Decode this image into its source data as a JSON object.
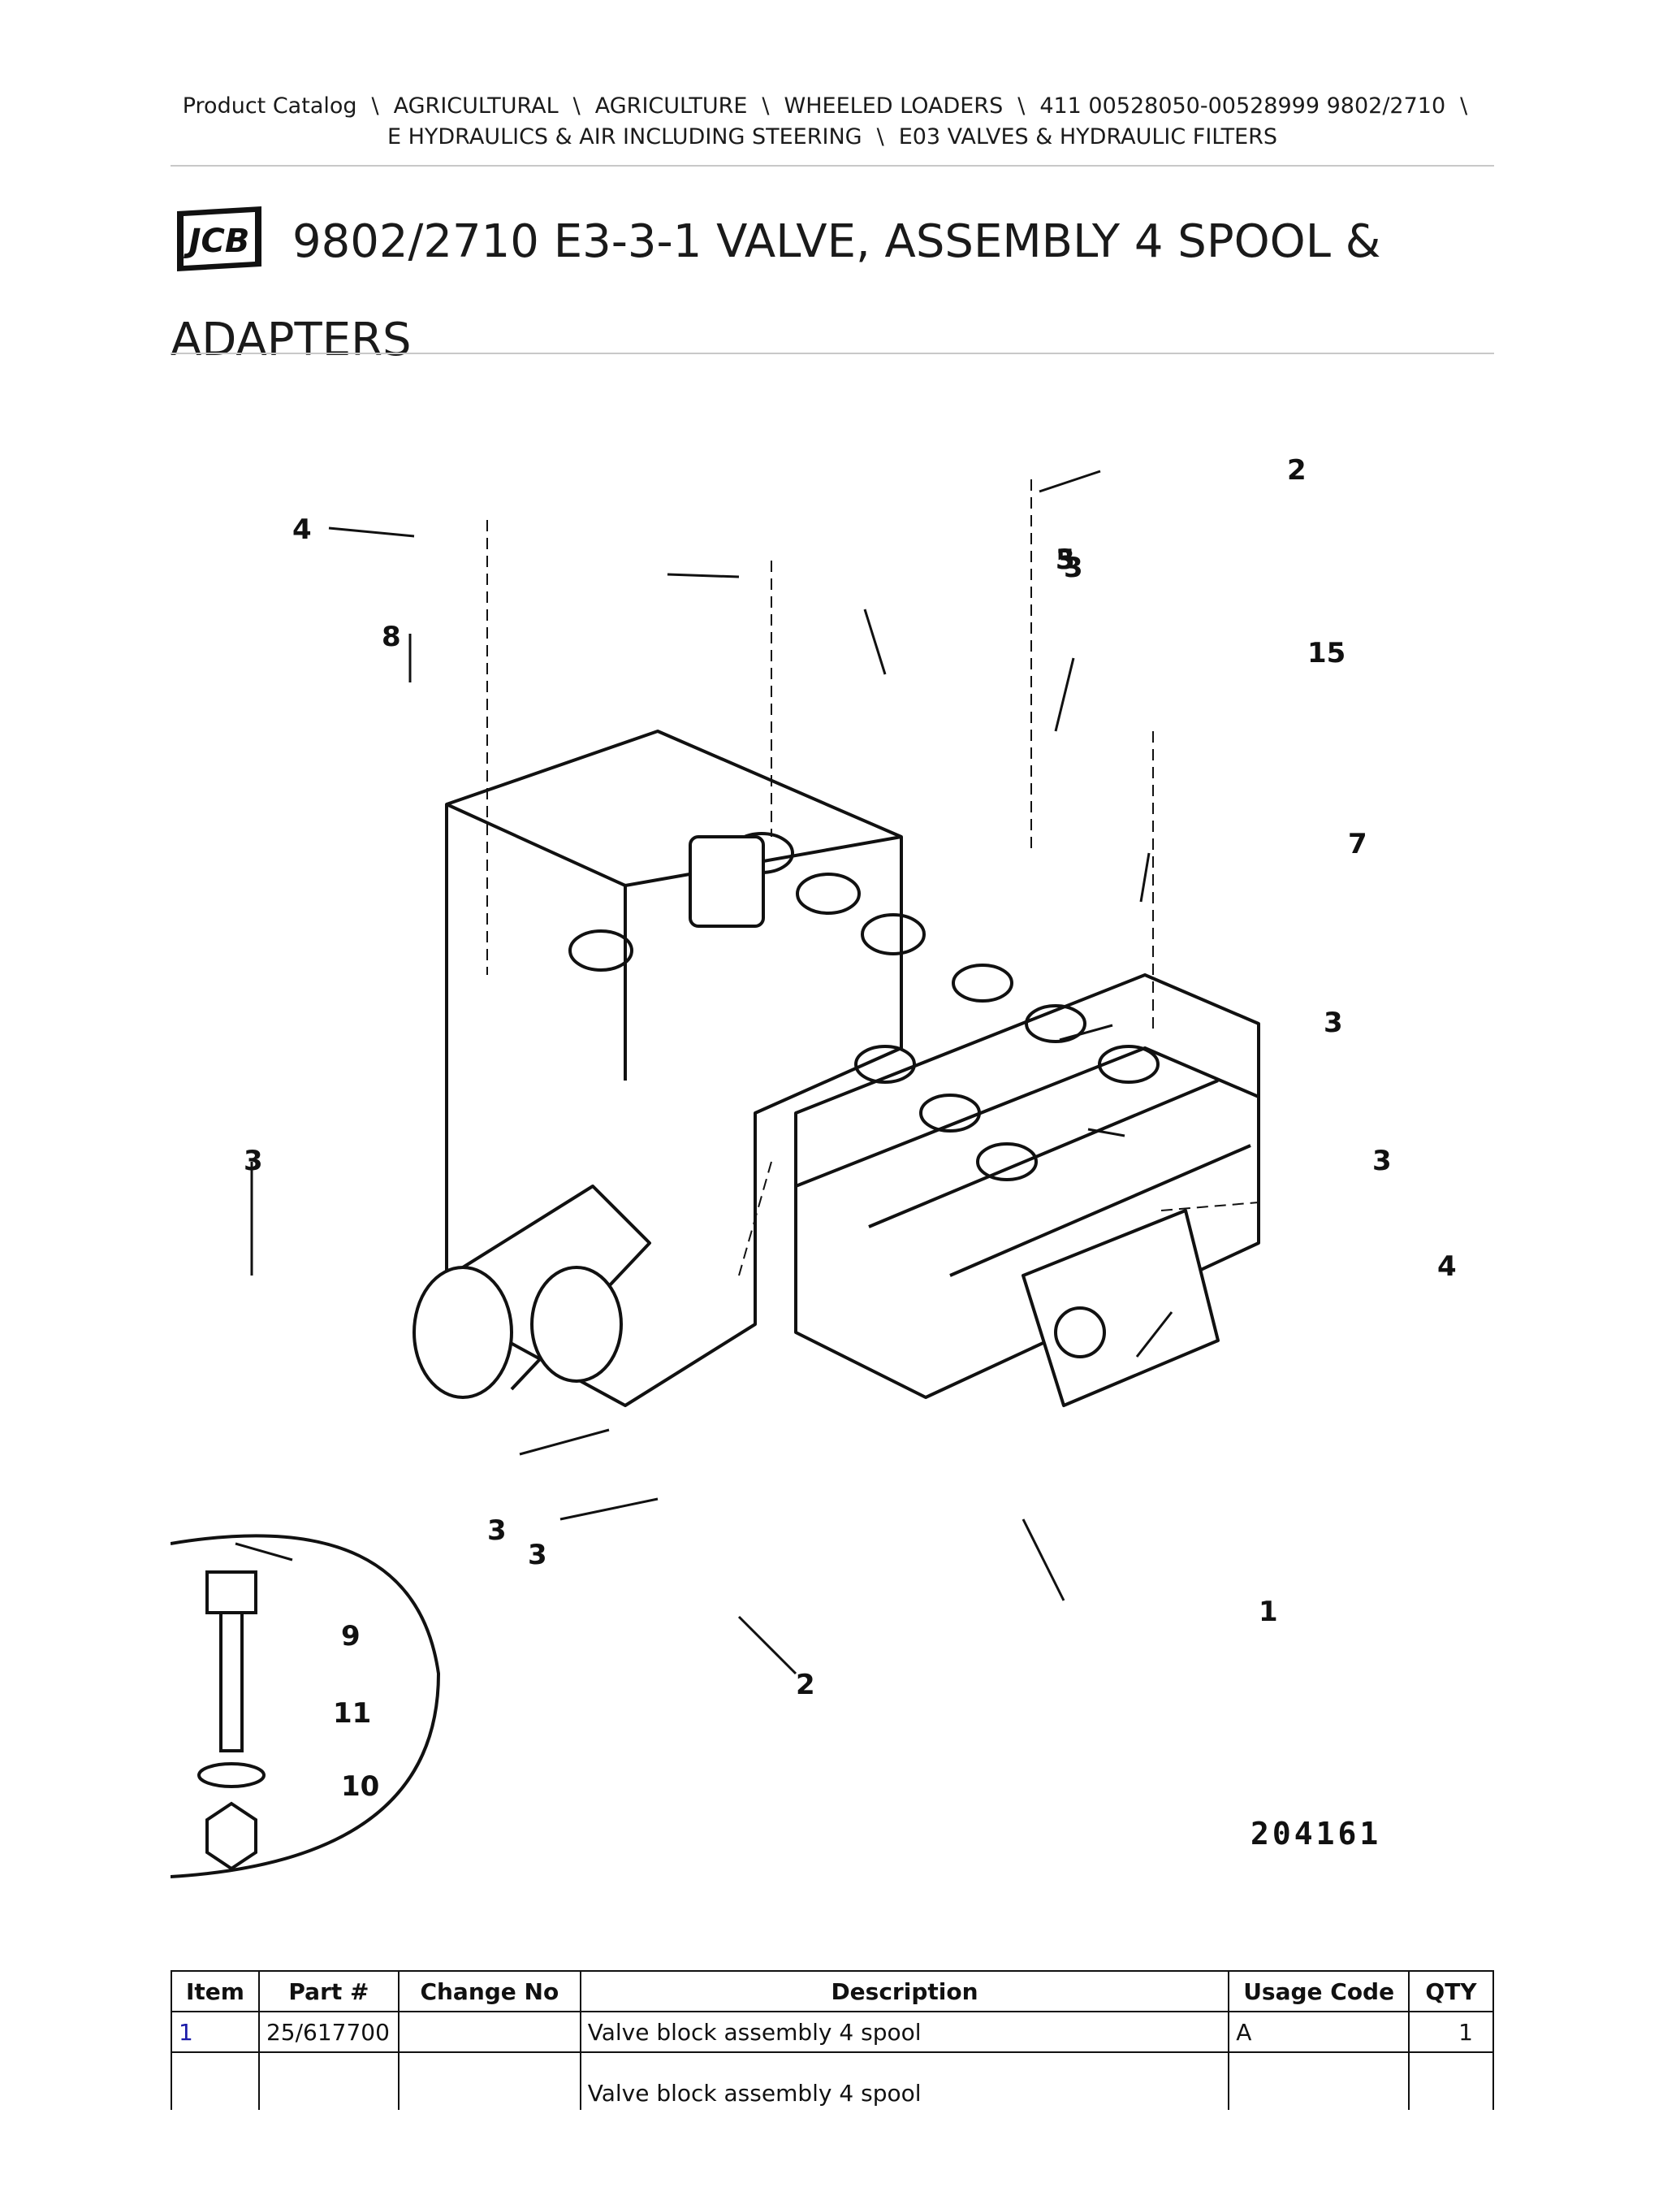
{
  "breadcrumb": {
    "items": [
      "Product Catalog",
      "AGRICULTURAL",
      "AGRICULTURE",
      "WHEELED LOADERS",
      "411 00528050-00528999 9802/2710",
      "E HYDRAULICS & AIR INCLUDING STEERING",
      "E03 VALVES & HYDRAULIC FILTERS"
    ],
    "separator": "\\"
  },
  "header": {
    "logo_text": "JCB",
    "title": "9802/2710 E3-3-1 VALVE, ASSEMBLY 4 SPOOL & ADAPTERS"
  },
  "diagram": {
    "figure_number": "204161",
    "callouts": [
      "1",
      "2",
      "2",
      "3",
      "3",
      "3",
      "3",
      "3",
      "3",
      "3",
      "4",
      "4",
      "5",
      "7",
      "8",
      "9",
      "10",
      "11",
      "15"
    ]
  },
  "parts_table": {
    "columns": [
      "Item",
      "Part #",
      "Change No",
      "Description",
      "Usage Code",
      "QTY"
    ],
    "rows": [
      {
        "item": "1",
        "part": "25/617700",
        "change": "",
        "description": "Valve block assembly 4 spool",
        "usage": "A",
        "qty": "1"
      },
      {
        "item": "",
        "part": "",
        "change": "",
        "description": "Valve block assembly 4 spool",
        "usage": "",
        "qty": ""
      }
    ]
  }
}
